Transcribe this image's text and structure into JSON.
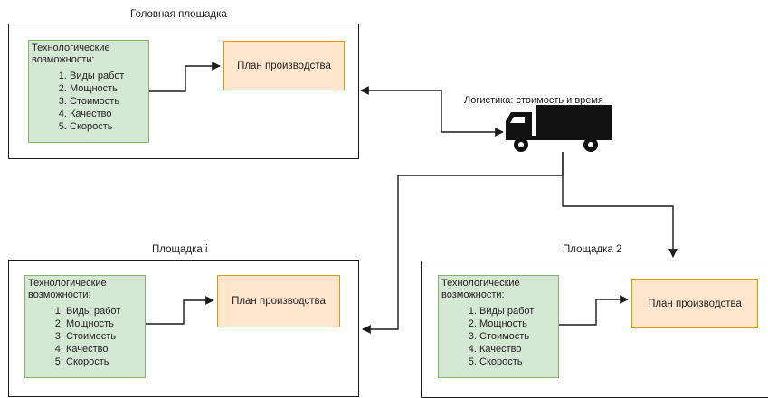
{
  "head_site": {
    "title": "Головная площадка",
    "capabilities_title": "Технологические возможности:",
    "capabilities": [
      "Виды работ",
      "Мощность",
      "Стоимость",
      "Качество",
      "Скорость"
    ],
    "plan_label": "План производства"
  },
  "site_i": {
    "title": "Площадка i",
    "capabilities_title": "Технологические возможности:",
    "capabilities": [
      "Виды работ",
      "Мощность",
      "Стоимость",
      "Качество",
      "Скорость"
    ],
    "plan_label": "План производства"
  },
  "site_2": {
    "title": "Площадка 2",
    "capabilities_title": "Технологические возможности:",
    "capabilities": [
      "Виды работ",
      "Мощность",
      "Стоимость",
      "Качество",
      "Скорость"
    ],
    "plan_label": "План производства"
  },
  "logistics": {
    "label": "Логистика: стоимость и время",
    "icon": "truck-icon"
  },
  "colors": {
    "capabilities_fill": "#d5e8d4",
    "capabilities_border": "#82b366",
    "plan_fill": "#ffe6cc",
    "plan_border": "#d79b00",
    "line": "#1a1a1a"
  }
}
